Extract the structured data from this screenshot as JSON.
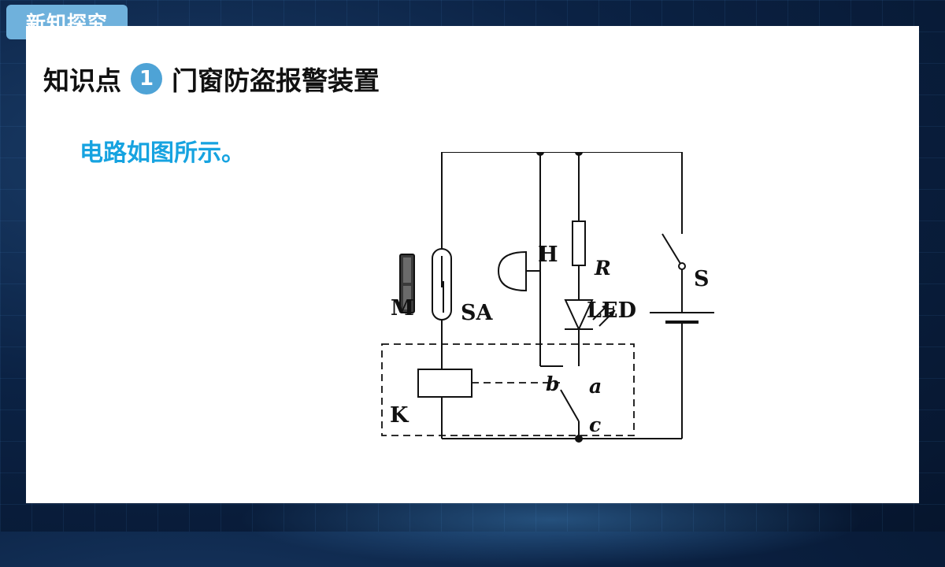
{
  "tag": "新知探究",
  "heading": {
    "prefix": "知识点",
    "number": "1",
    "title": "门窗防盗报警装置"
  },
  "subtitle": "电路如图所示。",
  "circuit": {
    "labels": {
      "magnet": "M",
      "reed_switch": "SA",
      "buzzer": "H",
      "resistor": "R",
      "led": "LED",
      "switch": "S",
      "relay": "K",
      "contact_b": "b",
      "contact_a": "a",
      "contact_c": "c"
    }
  }
}
